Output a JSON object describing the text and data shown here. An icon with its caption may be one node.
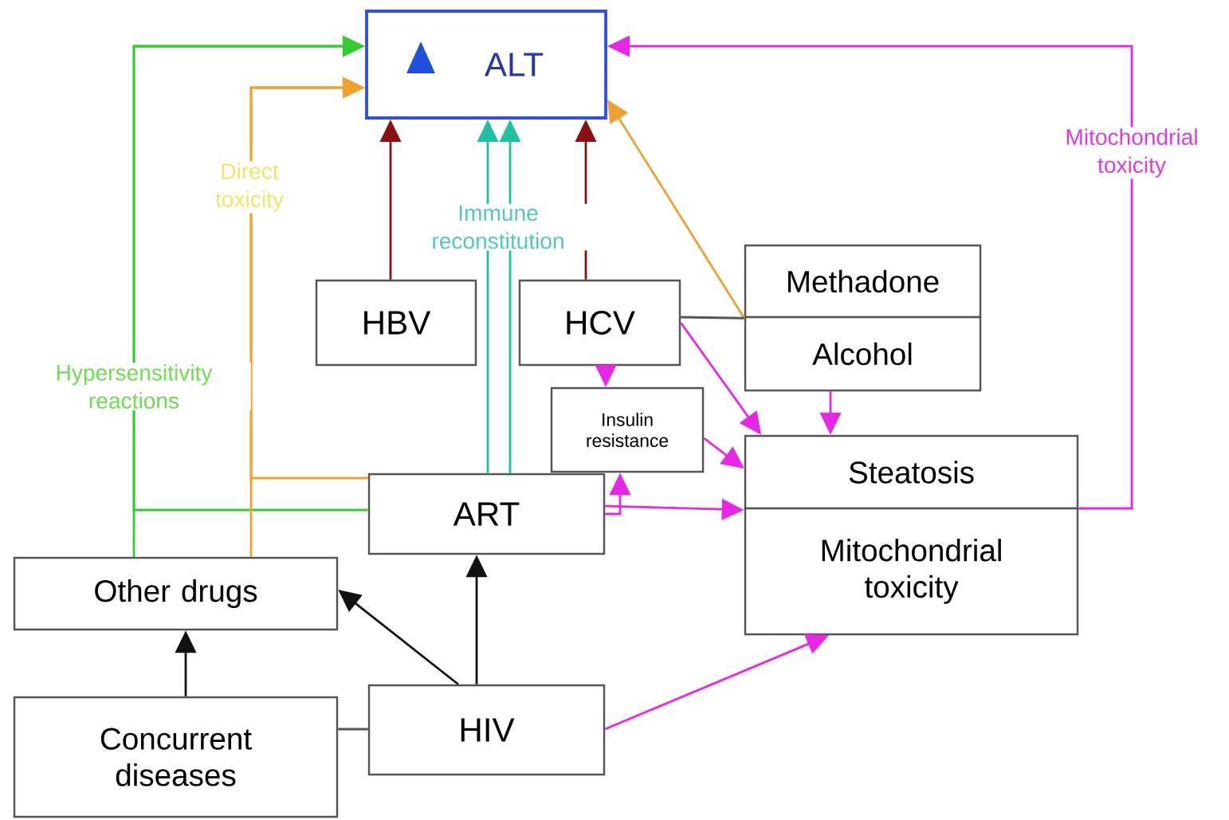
{
  "diagram": {
    "nodes": [
      {
        "text": [
          "ALT"
        ]
      },
      {
        "text": [
          "Methadone"
        ]
      },
      {
        "text": [
          "Alcohol"
        ]
      },
      {
        "text": [
          "HBV"
        ]
      },
      {
        "text": [
          "HCV"
        ]
      },
      {
        "text": [
          "Insulin resistance"
        ]
      },
      {
        "text": [
          "Steatosis"
        ]
      },
      {
        "text": [
          "Mitochondrial toxicity"
        ]
      },
      {
        "text": [
          "ART"
        ]
      },
      {
        "text": [
          "Other drugs"
        ]
      },
      {
        "text": [
          "Concurrent diseases"
        ]
      },
      {
        "text": [
          "HIV"
        ]
      }
    ],
    "edges": [
      {
        "from": 9,
        "to": 0,
        "arrow": "to",
        "color": "#33cc33",
        "label": "Hypersensitivity reactions"
      },
      {
        "from": 8,
        "to": 0,
        "arrow": "to",
        "color": "#33cc33"
      },
      {
        "from": 9,
        "to": 0,
        "arrow": "to",
        "color": "#f0a030",
        "label": "Direct toxicity"
      },
      {
        "from": 8,
        "to": 0,
        "arrow": "to",
        "color": "#f0a030"
      },
      {
        "from": 3,
        "to": 0,
        "arrow": "to",
        "color": "#8b1010"
      },
      {
        "from": 8,
        "to": 0,
        "arrow": "to",
        "color": "#20c0a0",
        "label": "Immune reconstitution"
      },
      {
        "from": 8,
        "to": 0,
        "arrow": "to",
        "color": "#20c0a0"
      },
      {
        "from": 4,
        "to": 0,
        "arrow": "to",
        "color": "#8b1010"
      },
      {
        "from": 1,
        "to": 0,
        "arrow": "to",
        "color": "#f0a030"
      },
      {
        "from": 4,
        "to": 1,
        "arrow": "none",
        "color": "#555555"
      },
      {
        "from": 4,
        "to": 5,
        "arrow": "to"
      },
      {
        "from": 4,
        "to": 6,
        "arrow": "to"
      },
      {
        "from": 2,
        "to": 6,
        "arrow": "to"
      },
      {
        "from": 5,
        "to": 6,
        "arrow": "to"
      },
      {
        "from": 8,
        "to": 5,
        "arrow": "to"
      },
      {
        "from": 8,
        "to": 7,
        "arrow": "to"
      },
      {
        "from": 7,
        "to": 0,
        "arrow": "to",
        "label": "Mitochondrial toxicity"
      },
      {
        "from": 11,
        "to": 7,
        "arrow": "to"
      },
      {
        "from": 11,
        "to": 8,
        "arrow": "to",
        "color": "#111111"
      },
      {
        "from": 11,
        "to": 9,
        "arrow": "to",
        "color": "#111111"
      },
      {
        "from": 10,
        "to": 9,
        "arrow": "to",
        "color": "#111111"
      },
      {
        "from": 10,
        "to": 11,
        "arrow": "none",
        "color": "#555555"
      }
    ]
  }
}
